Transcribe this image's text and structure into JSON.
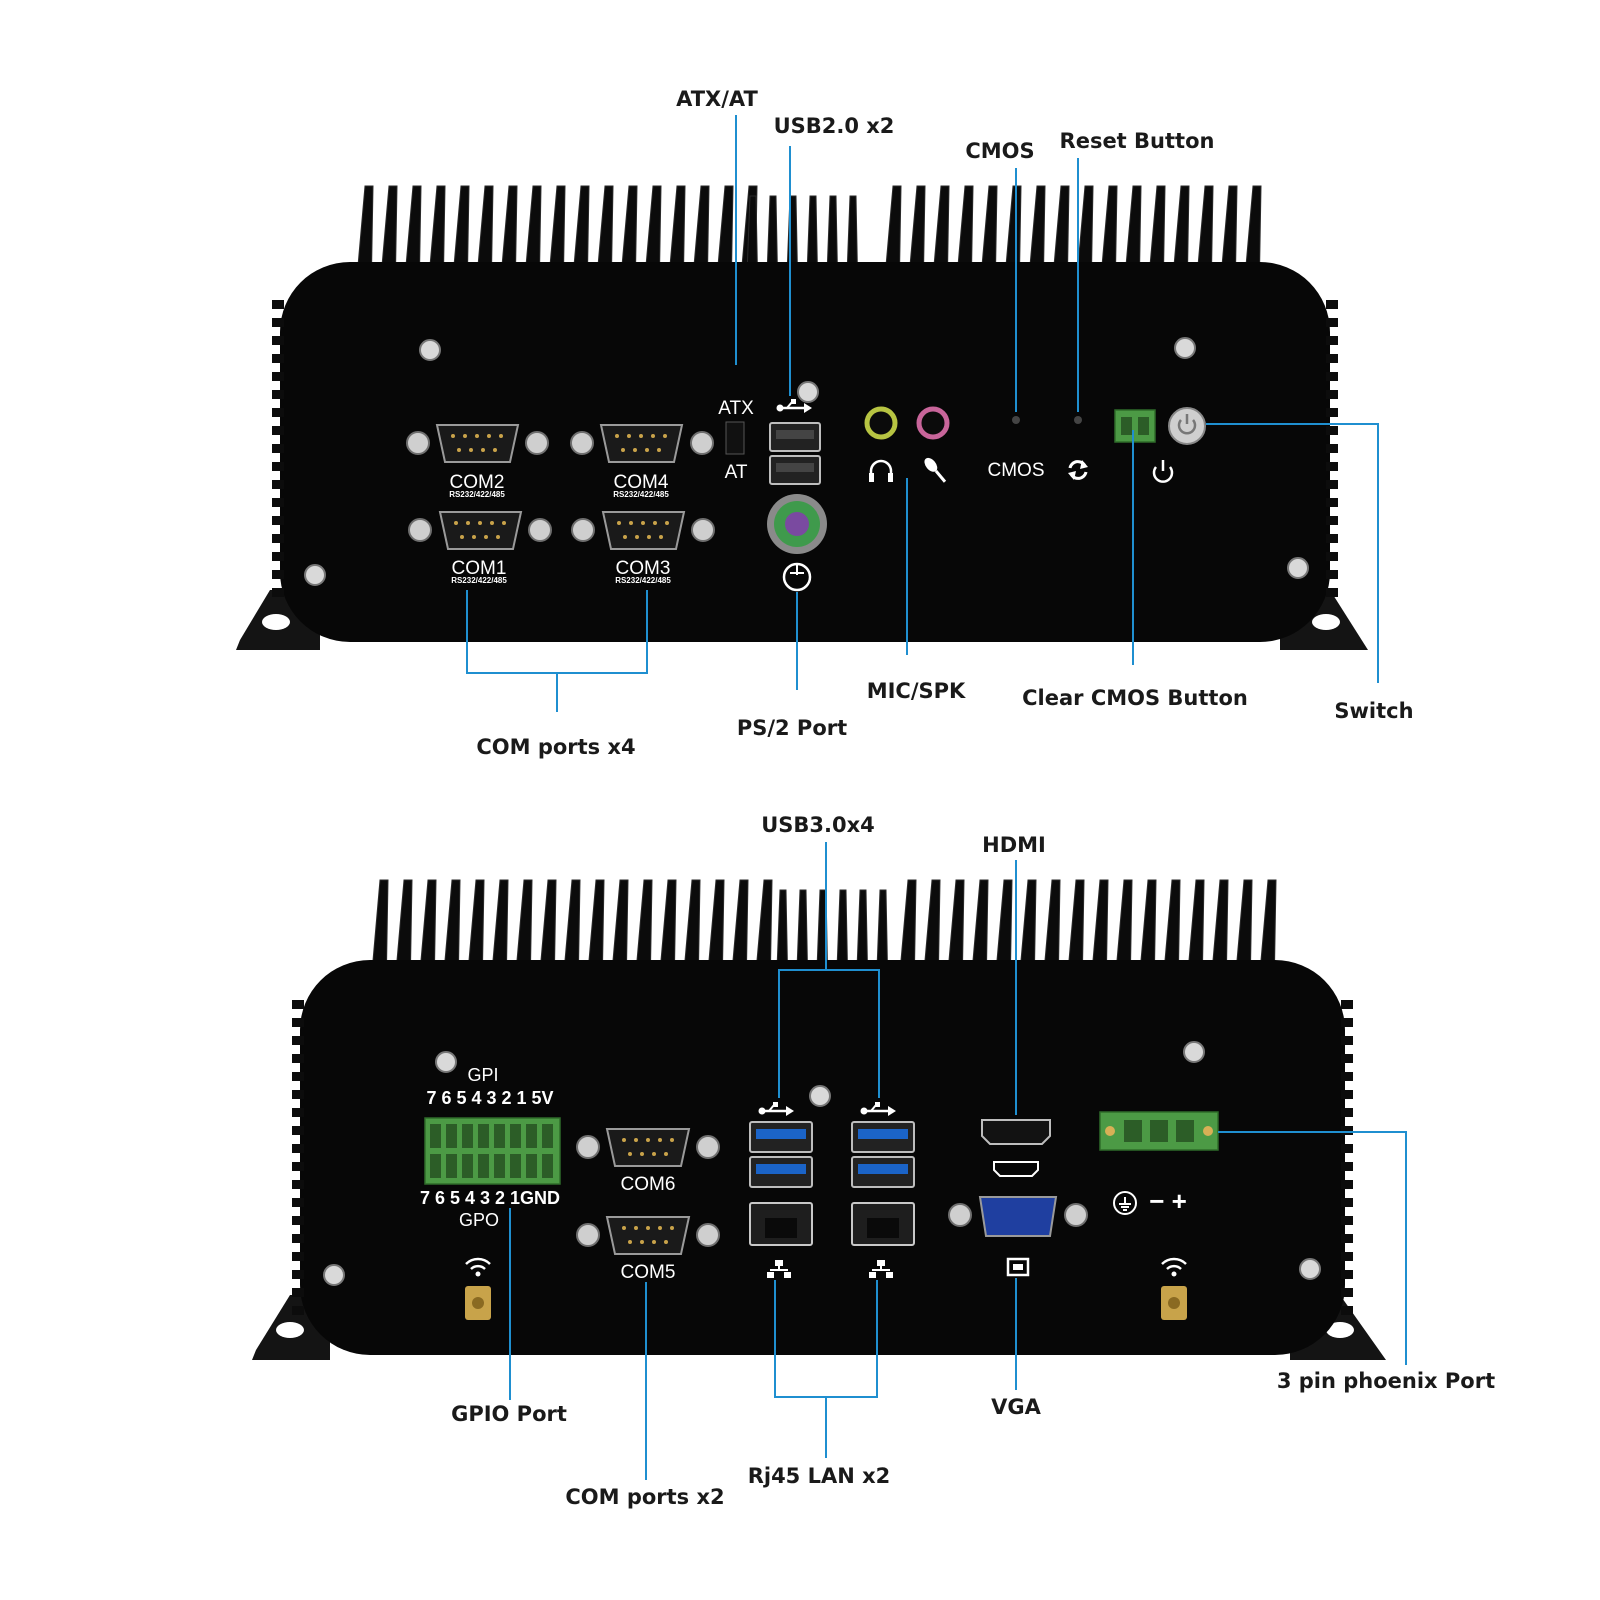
{
  "top_panel": {
    "callouts": {
      "atx_at": "ATX/AT",
      "usb20": "USB2.0 x2",
      "cmos": "CMOS",
      "reset_button": "Reset Button",
      "switch": "Switch",
      "clear_cmos_button": "Clear CMOS Button",
      "mic_spk": "MIC/SPK",
      "ps2_port": "PS/2 Port",
      "com_ports_x4": "COM ports x4"
    },
    "silkscreen": {
      "com2": "COM2",
      "com4": "COM4",
      "com1": "COM1",
      "com3": "COM3",
      "com_std_a": "RS232/422/485",
      "com_std_b": "RS232/422/485",
      "com_std_c": "RS232/422/485",
      "com_std_d": "RS232/422/485",
      "atx": "ATX",
      "at": "AT",
      "cmos": "CMOS"
    }
  },
  "bottom_panel": {
    "callouts": {
      "usb30": "USB3.0x4",
      "hdmi": "HDMI",
      "phoenix": "3 pin phoenix Port",
      "vga": "VGA",
      "gpio_port": "GPIO Port",
      "rj45": "Rj45 LAN x2",
      "com_ports_x2": "COM ports x2"
    },
    "silkscreen": {
      "gpi": "GPI",
      "gpi_pins": "7 6 5 4 3 2 1 5V",
      "gpo_pins": "7 6 5 4 3 2 1GND",
      "gpo": "GPO",
      "com6": "COM6",
      "com5": "COM5",
      "power_polarity": "− +"
    }
  },
  "colors": {
    "leader_line": "#1f8fd0",
    "chassis": "#070707",
    "terminal_green": "#4c9a45",
    "usb3_blue": "#1b64c8"
  },
  "icons": [
    "usb-icon",
    "headphone-icon",
    "microphone-icon",
    "refresh-icon",
    "power-icon",
    "mouse-icon",
    "lan-icon",
    "monitor-icon",
    "ground-icon",
    "wifi-icon",
    "hdmi-icon"
  ]
}
